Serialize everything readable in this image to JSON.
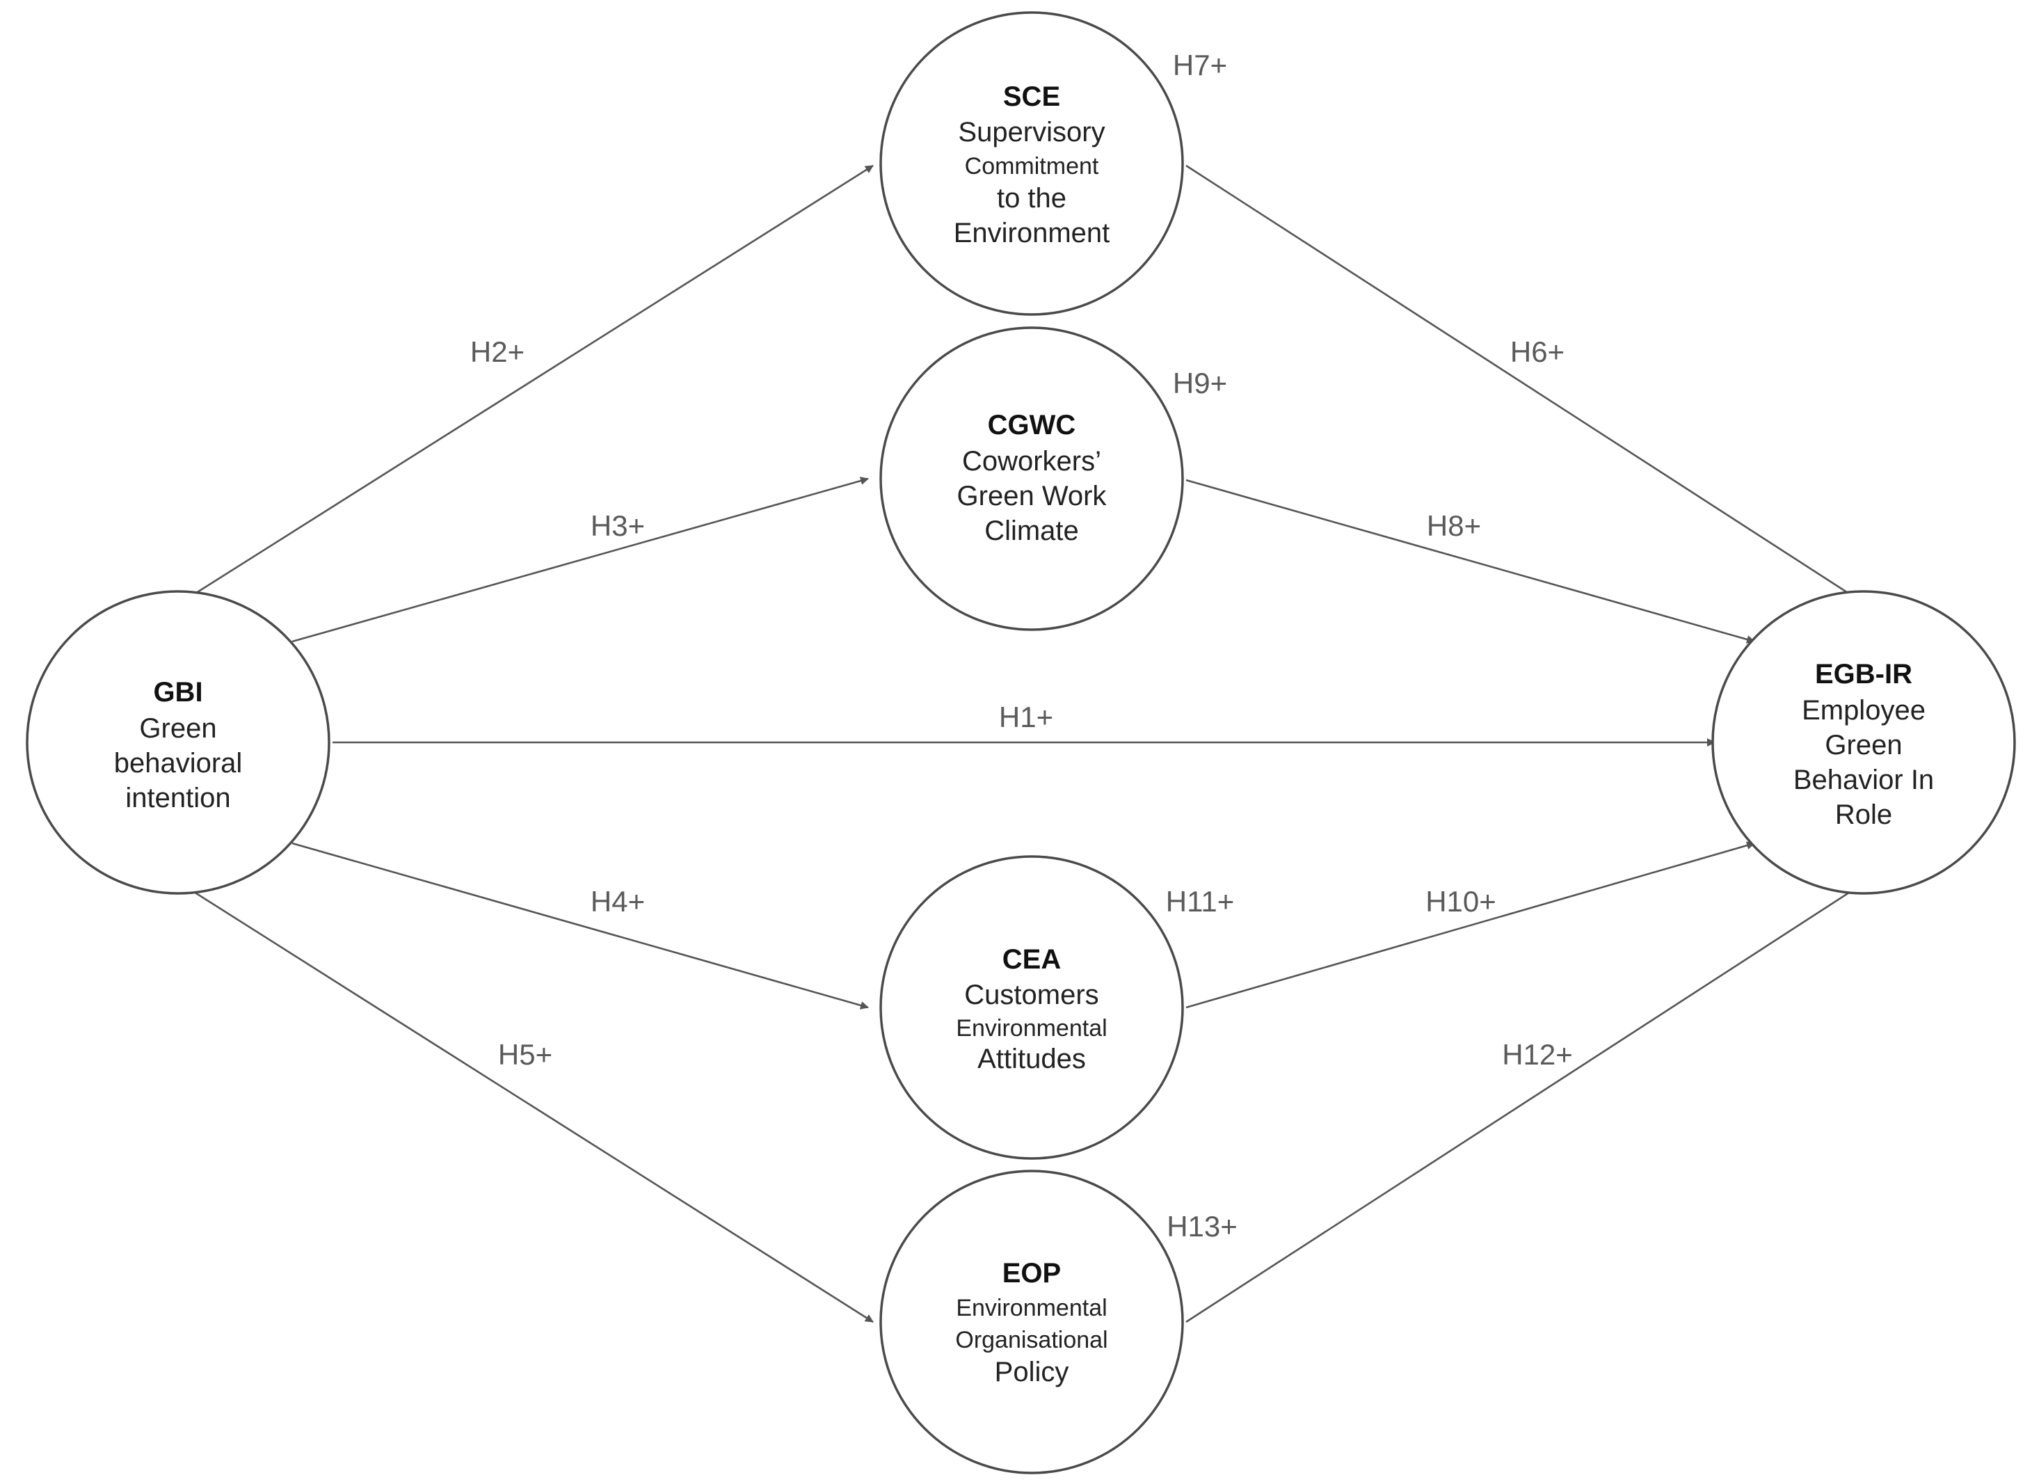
{
  "nodes": {
    "sce": {
      "abbr": "SCE",
      "lines": [
        "Supervisory",
        "Commitment",
        "to the",
        "Environment"
      ]
    },
    "cgwc": {
      "abbr": "CGWC",
      "lines": [
        "Coworkers’",
        "Green Work",
        "Climate"
      ]
    },
    "gbi": {
      "abbr": "GBI",
      "lines": [
        "Green",
        "behavioral",
        "intention"
      ]
    },
    "egbir": {
      "abbr": "EGB-IR",
      "lines": [
        "Employee",
        "Green",
        "Behavior In",
        "Role"
      ]
    },
    "cea": {
      "abbr": "CEA",
      "lines": [
        "Customers",
        "Environmental",
        "Attitudes"
      ]
    },
    "eop": {
      "abbr": "EOP",
      "lines": [
        "Environmental",
        "Organisational",
        "Policy"
      ]
    }
  },
  "hypotheses": {
    "h1": "H1+",
    "h2": "H2+",
    "h3": "H3+",
    "h4": "H4+",
    "h5": "H5+",
    "h6": "H6+",
    "h7": "H7+",
    "h8": "H8+",
    "h9": "H9+",
    "h10": "H10+",
    "h11": "H11+",
    "h12": "H12+",
    "h13": "H13+"
  },
  "colors": {
    "stroke": "#4a4a4a",
    "edge": "#555555",
    "label": "#5a5a5a"
  }
}
